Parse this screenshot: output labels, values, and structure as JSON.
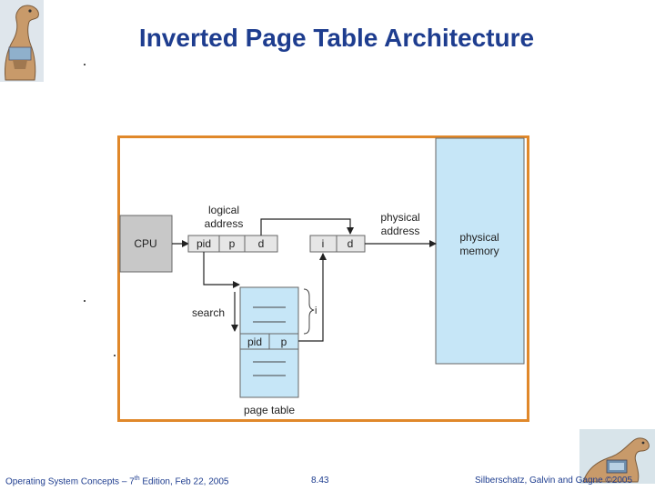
{
  "slide": {
    "title": "Inverted Page Table Architecture"
  },
  "diagram": {
    "cpu_label": "CPU",
    "logical_address_line1": "logical",
    "logical_address_line2": "address",
    "logical_fields": [
      "pid",
      "p",
      "d"
    ],
    "physical_address_line1": "physical",
    "physical_address_line2": "address",
    "physical_fields": [
      "i",
      "d"
    ],
    "physical_memory_line1": "physical",
    "physical_memory_line2": "memory",
    "search_label": "search",
    "index_label": "i",
    "page_table_entry_fields": [
      "pid",
      "p"
    ],
    "page_table_label": "page table"
  },
  "footer": {
    "left_prefix": "Operating System Concepts – 7",
    "left_sup": "th",
    "left_suffix": " Edition, Feb 22, 2005",
    "center": "8.43",
    "right": "Silberschatz, Galvin and Gagne ©2005"
  },
  "colors": {
    "title": "#1e3d8f",
    "frame_border": "#e0882a",
    "memory_fill": "#c6e6f7",
    "cpu_fill": "#c8c8c8",
    "address_fill": "#e6e6e6",
    "footer_text": "#1e3d8f"
  }
}
